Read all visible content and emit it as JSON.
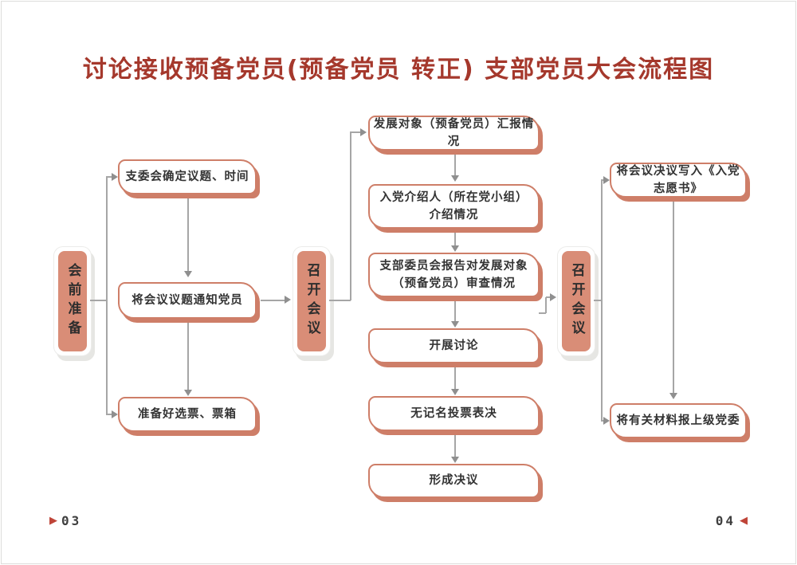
{
  "page": {
    "title": "讨论接收预备党员(预备党员 转正) 支部党员大会流程图",
    "left_page": {
      "marker": "▶",
      "number": "03"
    },
    "right_page": {
      "number": "04",
      "marker": "◀"
    }
  },
  "colors": {
    "title_red": "#a5382c",
    "salmon_fill": "#d98d77",
    "salmon_border": "#ce7e68",
    "box_text": "#333333",
    "connector_gray": "#a6a6a6",
    "page_marker_red": "#bf4438"
  },
  "stages": [
    {
      "label": "会前准备"
    },
    {
      "label": "召开会议"
    },
    {
      "label": "召开会议"
    }
  ],
  "columns": {
    "preparation": [
      "支委会确定议题、时间",
      "将会议议题通知党员",
      "准备好选票、票箱"
    ],
    "meeting": [
      "发展对象（预备党员）汇报情况",
      "入党介绍人（所在党小组）\n介绍情况",
      "支部委员会报告对发展对象\n（预备党员）审查情况",
      "开展讨论",
      "无记名投票表决",
      "形成决议"
    ],
    "after_meeting": [
      "将会议决议写入《入党志愿书》",
      "将有关材料报上级党委"
    ]
  }
}
